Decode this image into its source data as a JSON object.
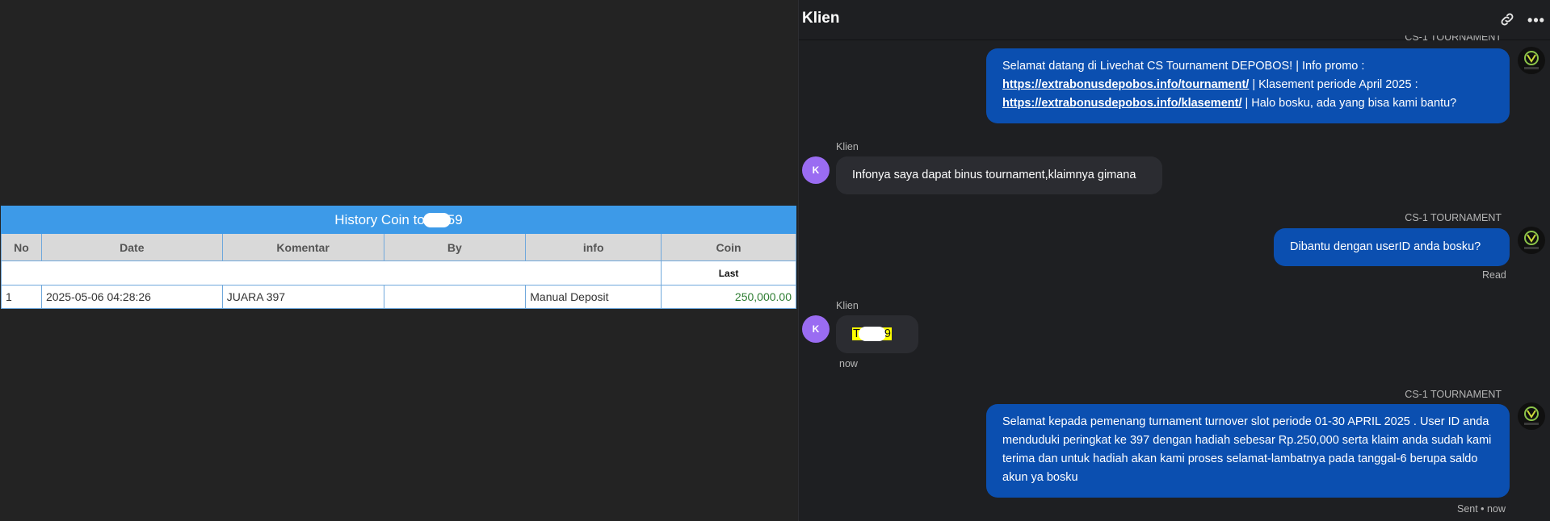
{
  "history": {
    "title_prefix": "History Coin to",
    "title_suffix": "59",
    "columns": [
      "No",
      "Date",
      "Komentar",
      "By",
      "info",
      "Coin"
    ],
    "sub_label": "Last",
    "rows": [
      {
        "no": "1",
        "date": "2025-05-06 04:28:26",
        "komentar": "JUARA 397",
        "by": "",
        "info": "Manual Deposit",
        "coin": "250,000.00"
      }
    ]
  },
  "chat": {
    "title": "Klien",
    "clipped_label": "CS-1 TOURNAMENT",
    "messages": {
      "m1": {
        "part1": "Selamat datang di Livechat CS Tournament DEPOBOS! | Info promo :",
        "link1": "https://extrabonusdepobos.info/tournament/",
        "part2": " | Klasement periode April 2025 :",
        "link2": "https://extrabonusdepobos.info/klasement/",
        "part3": " | Halo bosku, ada yang bisa kami bantu?"
      },
      "m2": {
        "sender": "Klien",
        "avatar": "K",
        "text": "Infonya saya dapat binus tournament,klaimnya gimana"
      },
      "m3": {
        "sender": "CS-1 TOURNAMENT",
        "text": "Dibantu dengan userID anda bosku?",
        "status": "Read"
      },
      "m4": {
        "sender": "Klien",
        "avatar": "K",
        "text_start": "T",
        "text_end": "9",
        "status": "now"
      },
      "m5": {
        "sender": "CS-1 TOURNAMENT",
        "text": "Selamat kepada pemenang turnament turnover slot periode 01-30 APRIL 2025 . User ID anda menduduki peringkat ke 397 dengan hadiah sebesar Rp.250,000 serta klaim anda sudah kami terima dan untuk hadiah akan kami proses selamat-lambatnya pada tanggal-6 berupa saldo akun ya bosku",
        "status": "Sent • now"
      }
    }
  },
  "icons": {
    "link": "link-icon",
    "more": "more-icon",
    "agent_avatar": "tournament-logo-icon"
  },
  "colors": {
    "agent_bubble": "#0b4fb0",
    "client_bubble": "#2b2c31",
    "client_avatar": "#9a6cf2",
    "table_header": "#3d9ae8",
    "coin_green": "#2e7d32",
    "highlight": "#ffff00"
  }
}
